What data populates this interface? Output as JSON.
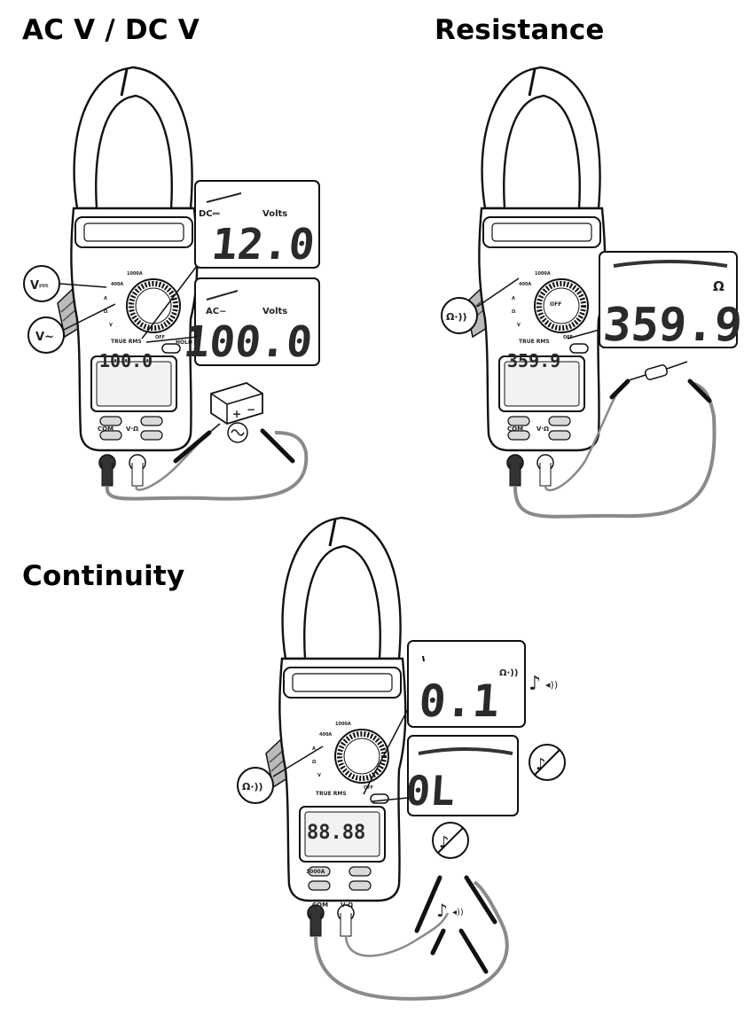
{
  "headings": {
    "acdc": "AC V / DC V",
    "resistance": "Resistance",
    "continuity": "Continuity"
  },
  "acdc_panel": {
    "dc_callout": {
      "mode": "DC⎓",
      "unit": "Volts",
      "reading": "12.0"
    },
    "ac_callout": {
      "mode": "AC~",
      "unit": "Volts",
      "reading": "100.0"
    },
    "meter_lcd": "100.0",
    "label_dcv": "V⎓",
    "label_acv": "V~",
    "battery_plus": "+",
    "battery_minus": "−"
  },
  "resistance_panel": {
    "callout": {
      "unit": "Ω",
      "reading": "359.9"
    },
    "meter_lcd": "359.9",
    "label_ohm": "Ω·))"
  },
  "continuity_panel": {
    "callout_beep": {
      "unit": "Ω·))",
      "reading": "0.1"
    },
    "callout_open": {
      "reading": "0L"
    },
    "meter_lcd": "88.88",
    "label_ohm": "Ω·))"
  },
  "meter_labels": {
    "com": "COM",
    "vohm": "V·Ω",
    "hold": "HOLD",
    "off": "OFF",
    "true_rms": "TRUE RMS",
    "range_1000a": "1000A",
    "range_400a": "400A"
  },
  "icons": [
    "clamp-meter",
    "battery",
    "ac-source",
    "resistor",
    "music-note",
    "speaker",
    "no-sound"
  ]
}
